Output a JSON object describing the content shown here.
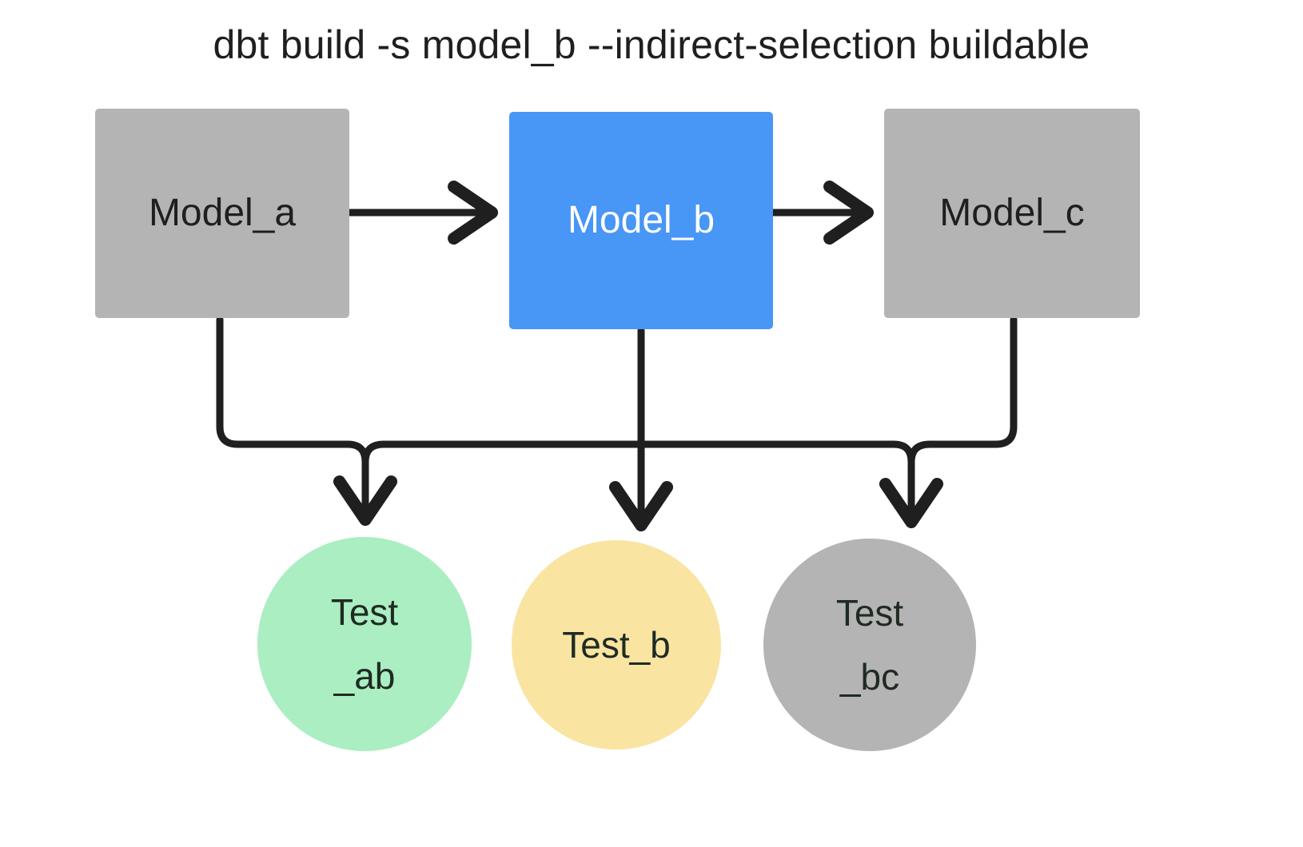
{
  "diagram": {
    "title": "dbt build -s model_b --indirect-selection buildable",
    "background_color": "#ffffff",
    "edge_color": "#1f1f1f",
    "palette": {
      "unselected_gray": "#b4b4b4",
      "selected_blue": "#4896f5",
      "test_pass_green": "#aaeec2",
      "test_warn_yellow": "#f9e4a2",
      "text_dark": "#1f1f1f",
      "text_light": "#ffffff"
    },
    "models": [
      {
        "id": "model-a",
        "label": "Model_a",
        "shape": "rectangle",
        "fill": "#b4b4b4",
        "text_color": "#1f1f1f",
        "state": "not-selected"
      },
      {
        "id": "model-b",
        "label": "Model_b",
        "shape": "rectangle",
        "fill": "#4896f5",
        "text_color": "#ffffff",
        "state": "selected"
      },
      {
        "id": "model-c",
        "label": "Model_c",
        "shape": "rectangle",
        "fill": "#b4b4b4",
        "text_color": "#1f1f1f",
        "state": "not-selected"
      }
    ],
    "tests": [
      {
        "id": "test-ab",
        "label": "Test\n_ab",
        "shape": "circle",
        "fill": "#aaeec2",
        "text_color": "#1f2b22",
        "state": "included"
      },
      {
        "id": "test-b",
        "label": "Test_b",
        "shape": "circle",
        "fill": "#f9e4a2",
        "text_color": "#1f2b22",
        "state": "included"
      },
      {
        "id": "test-bc",
        "label": "Test\n_bc",
        "shape": "circle",
        "fill": "#b4b4b4",
        "text_color": "#1f2b22",
        "state": "not-included"
      }
    ],
    "edges": [
      {
        "id": "edge-model-a-to-model-b",
        "from": "Model_a",
        "to": "Model_b",
        "kind": "straight-arrow"
      },
      {
        "id": "edge-model-b-to-model-c",
        "from": "Model_b",
        "to": "Model_c",
        "kind": "straight-arrow"
      },
      {
        "id": "edge-model-a-to-test-ab",
        "from": "Model_a",
        "to": "Test_ab",
        "kind": "orthogonal-arrow"
      },
      {
        "id": "edge-model-b-to-test-ab",
        "from": "Model_b",
        "to": "Test_ab",
        "kind": "orthogonal-arrow"
      },
      {
        "id": "edge-model-b-to-test-b",
        "from": "Model_b",
        "to": "Test_b",
        "kind": "straight-arrow"
      },
      {
        "id": "edge-model-b-to-test-bc",
        "from": "Model_b",
        "to": "Test_bc",
        "kind": "orthogonal-arrow"
      },
      {
        "id": "edge-model-c-to-test-bc",
        "from": "Model_c",
        "to": "Test_bc",
        "kind": "orthogonal-arrow"
      }
    ]
  }
}
